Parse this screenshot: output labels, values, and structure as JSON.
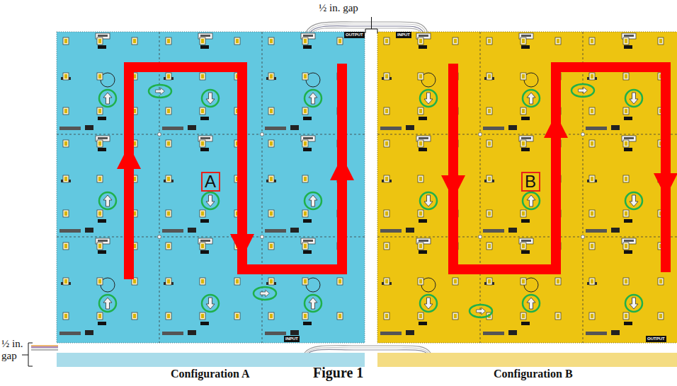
{
  "diagram": {
    "caption": "Figure 1",
    "nodes": [
      {
        "text": [
          "A"
        ]
      },
      {
        "text": [
          "B"
        ]
      }
    ],
    "labels": [
      "½ in. gap",
      "½ in. gap",
      "OUTPUT",
      "INPUT",
      "INPUT",
      "OUTPUT",
      "Configuration A",
      "Configuration B"
    ]
  }
}
